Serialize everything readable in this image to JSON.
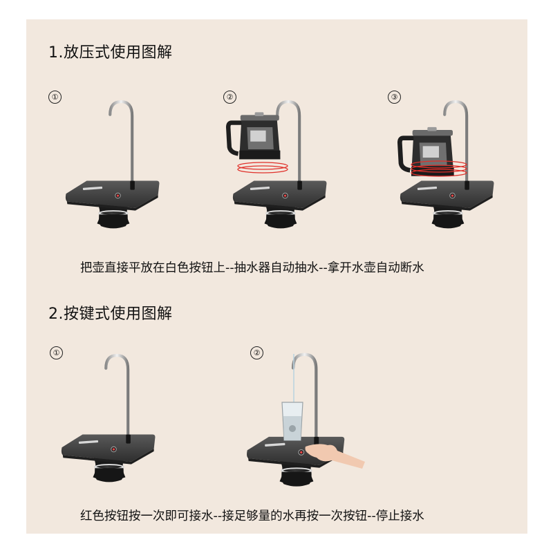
{
  "colors": {
    "page_bg": "#ffffff",
    "panel_bg": "#f2e8de",
    "text": "#111111",
    "device_body": "#3a3a3a",
    "device_base": "#1c1c1c",
    "chrome": "#c8c8c8",
    "sensor_rings": "#e0302a"
  },
  "section1": {
    "title": "1.放压式使用图解",
    "steps": [
      {
        "num": "①",
        "illustration": "dispenser-idle"
      },
      {
        "num": "②",
        "illustration": "dispenser-kettle-placing"
      },
      {
        "num": "③",
        "illustration": "dispenser-kettle-on-button"
      }
    ],
    "caption": "把壶直接平放在白色按钮上--抽水器自动抽水--拿开水壶自动断水"
  },
  "section2": {
    "title": "2.按键式使用图解",
    "steps": [
      {
        "num": "①",
        "illustration": "dispenser-idle"
      },
      {
        "num": "②",
        "illustration": "dispenser-hand-press-glass"
      }
    ],
    "caption": "红色按钮按一次即可接水--接足够量的水再按一次按钮--停止接水"
  }
}
